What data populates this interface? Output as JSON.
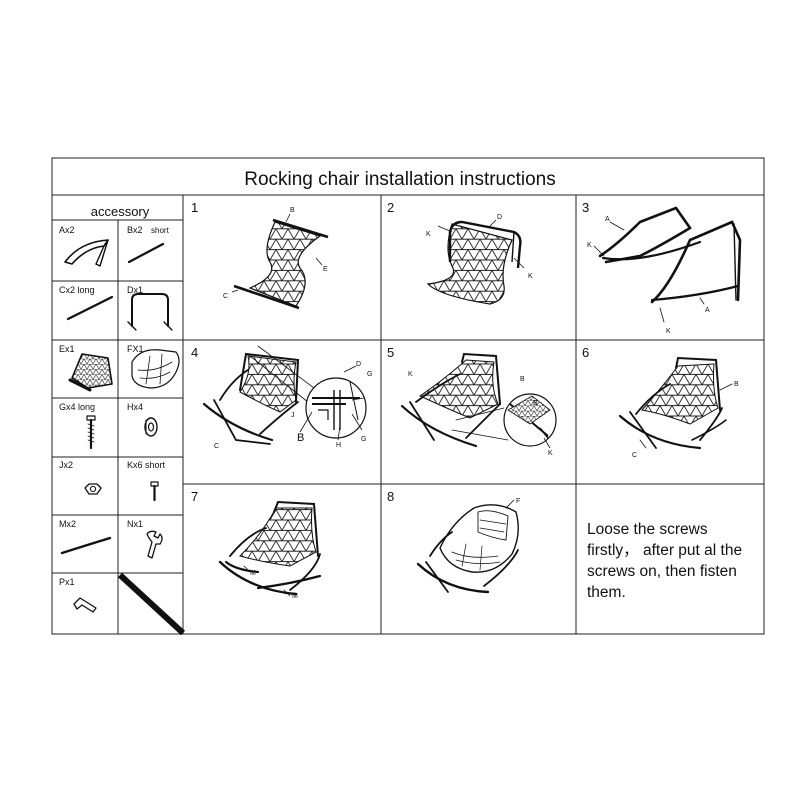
{
  "title": "Rocking chair installation  instructions",
  "accessory_header": "accessory",
  "parts": [
    {
      "code": "Ax2",
      "note": ""
    },
    {
      "code": "Bx2",
      "note": "short"
    },
    {
      "code": "Cx2 long",
      "note": ""
    },
    {
      "code": "Dx1",
      "note": ""
    },
    {
      "code": "Ex1",
      "note": ""
    },
    {
      "code": "FX1",
      "note": ""
    },
    {
      "code": "Gx4 long",
      "note": ""
    },
    {
      "code": "Hx4",
      "note": ""
    },
    {
      "code": "Jx2",
      "note": ""
    },
    {
      "code": "Kx6 short",
      "note": ""
    },
    {
      "code": "Mx2",
      "note": ""
    },
    {
      "code": "Nx1",
      "note": ""
    },
    {
      "code": "Px1",
      "note": ""
    }
  ],
  "steps": [
    {
      "number": "1",
      "callouts": [
        "B",
        "E",
        "C"
      ]
    },
    {
      "number": "2",
      "callouts": [
        "D",
        "K",
        "K"
      ]
    },
    {
      "number": "3",
      "callouts": [
        "A",
        "K",
        "A",
        "K"
      ]
    },
    {
      "number": "4",
      "callouts": [
        "D",
        "G",
        "J",
        "B",
        "H",
        "G",
        "C"
      ]
    },
    {
      "number": "5",
      "callouts": [
        "K",
        "B",
        "B",
        "K"
      ]
    },
    {
      "number": "6",
      "callouts": [
        "B",
        "C"
      ]
    },
    {
      "number": "7",
      "callouts": [
        "M",
        "M"
      ]
    },
    {
      "number": "8",
      "callouts": [
        "F"
      ]
    }
  ],
  "instruction_lines": [
    "Loose the screws",
    "firstly， after put al the",
    "screws on, then fisten",
    "them."
  ]
}
